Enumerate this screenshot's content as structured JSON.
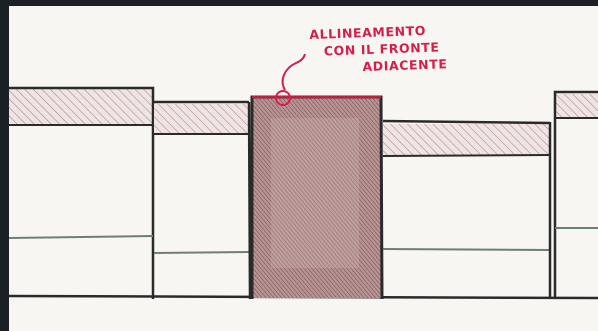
{
  "sketch": {
    "annotation": {
      "lines": [
        "ALLINEAMENTO",
        "CON IL FRONTE",
        "ADIACENTE"
      ]
    },
    "colors": {
      "background": "#1b1f26",
      "paper": "#f7f6f3",
      "ink": "#2a2a2a",
      "annotation": "#d41f4a",
      "hatch": "#b08a8a",
      "highlighted_building": "#a98585"
    },
    "buildings": [
      {
        "id": "building-1",
        "highlighted": false
      },
      {
        "id": "building-2",
        "highlighted": false
      },
      {
        "id": "building-3-highlighted",
        "highlighted": true
      },
      {
        "id": "building-4",
        "highlighted": false
      },
      {
        "id": "building-5",
        "highlighted": false
      }
    ]
  }
}
